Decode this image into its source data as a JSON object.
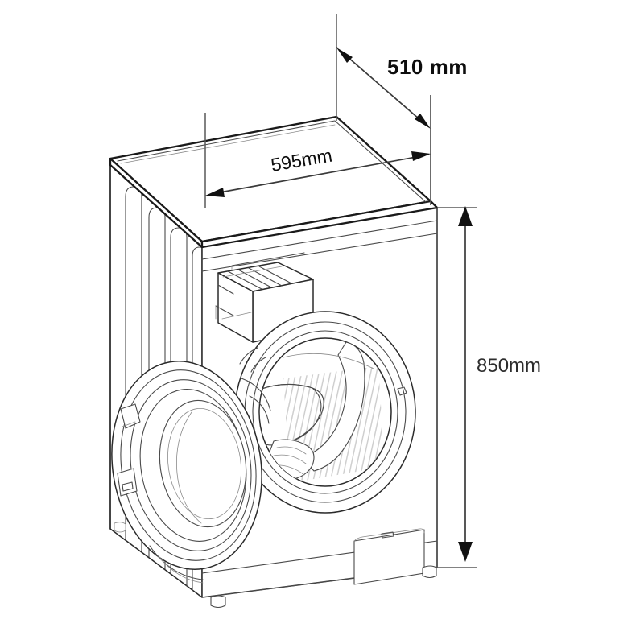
{
  "drawing": {
    "title": "Front-load washing machine dimension drawing",
    "subject": "washing-machine",
    "projection": "isometric",
    "background_color": "#ffffff",
    "line_color": "#2b2b2b",
    "text_color": "#0d0d0d"
  },
  "dimensions": {
    "depth": {
      "label": "510 mm",
      "value": 510,
      "unit": "mm",
      "axis": "depth",
      "style": "bold"
    },
    "width": {
      "label": "595mm",
      "value": 595,
      "unit": "mm",
      "axis": "width",
      "style": "regular"
    },
    "height": {
      "label": "850mm",
      "value": 850,
      "unit": "mm",
      "axis": "height",
      "style": "light"
    }
  },
  "parts": {
    "top_panel": "top-panel",
    "left_side_panel": "left-side-panel",
    "vent_slots": "ventilation-slots",
    "control_panel": "control-panel",
    "detergent_drawer": "detergent-drawer",
    "door": "door",
    "door_glass": "door-glass",
    "door_handle": "door-handle-recess",
    "door_latch": "door-latch-port",
    "drum": "drum",
    "drum_baffle": "drum-baffle",
    "drum_perforation": "drum-perforation",
    "service_flap": "service-flap",
    "service_flap_latch": "service-flap-latch",
    "front_foot_left": "adjustable-foot-left",
    "front_foot_right": "adjustable-foot-right",
    "plinth": "plinth"
  }
}
